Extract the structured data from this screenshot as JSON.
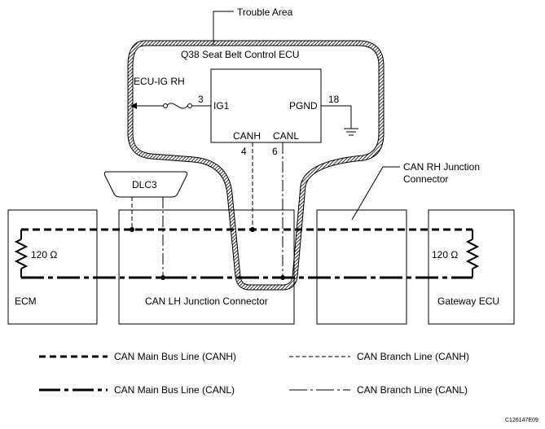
{
  "trouble_area": {
    "label": "Trouble Area"
  },
  "ecu": {
    "title": "Q38 Seat Belt Control ECU",
    "ig_source": "ECU-IG RH",
    "pin_ig1_number": "3",
    "pin_ig1_name": "IG1",
    "pin_pgnd_name": "PGND",
    "pin_pgnd_number": "18",
    "canh_name": "CANH",
    "canl_name": "CANL",
    "canh_number": "4",
    "canl_number": "6"
  },
  "dlc3": {
    "label": "DLC3"
  },
  "can_rh_junction": {
    "line1": "CAN RH Junction",
    "line2": "Connector"
  },
  "ecm": {
    "label": "ECM",
    "resistor": "120 Ω"
  },
  "can_lh_junction": {
    "label": "CAN LH Junction Connector"
  },
  "gateway": {
    "label": "Gateway ECU",
    "resistor": "120 Ω"
  },
  "legend": {
    "main_canh": "CAN Main Bus Line (CANH)",
    "main_canl": "CAN Main Bus Line (CANL)",
    "branch_canh": "CAN Branch Line (CANH)",
    "branch_canl": "CAN Branch Line (CANL)"
  },
  "figure_code": "C126147E09"
}
